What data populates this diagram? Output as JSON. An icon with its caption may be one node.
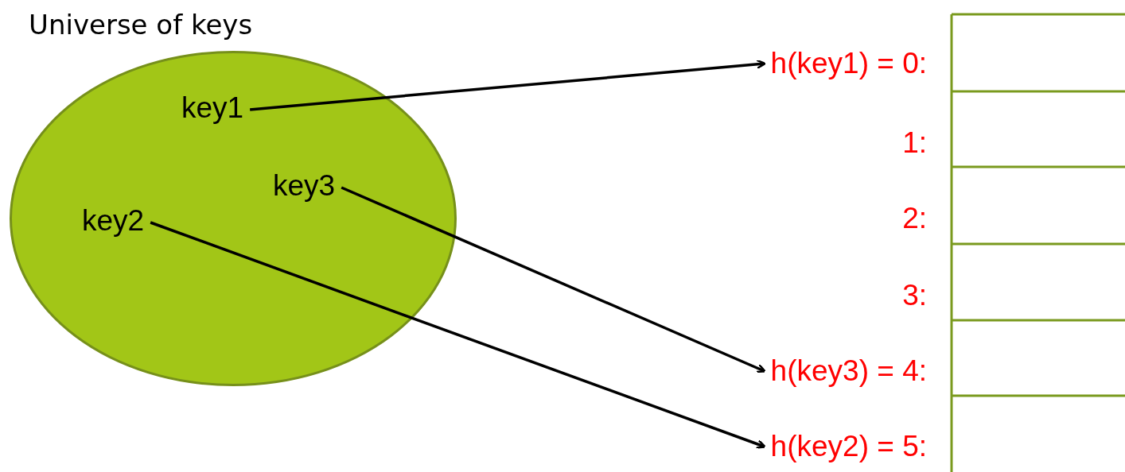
{
  "diagram": {
    "nodes": [
      {
        "text": [
          "Universe of keys"
        ]
      },
      {
        "text": [
          "key1"
        ],
        "in": 0
      },
      {
        "text": [
          "key3"
        ],
        "in": 0
      },
      {
        "text": [
          "key2"
        ],
        "in": 0
      },
      {
        "text": [
          "h(key1) = 0:"
        ]
      },
      {
        "text": [
          "h(key3) = 4:"
        ]
      },
      {
        "text": [
          "h(key2) = 5:"
        ]
      }
    ],
    "edges": [
      {
        "from": 1,
        "to": 4,
        "arrow": "to"
      },
      {
        "from": 2,
        "to": 5,
        "arrow": "to"
      },
      {
        "from": 3,
        "to": 6,
        "arrow": "to"
      }
    ],
    "labels": [
      "1:",
      "2:",
      "3:"
    ]
  }
}
